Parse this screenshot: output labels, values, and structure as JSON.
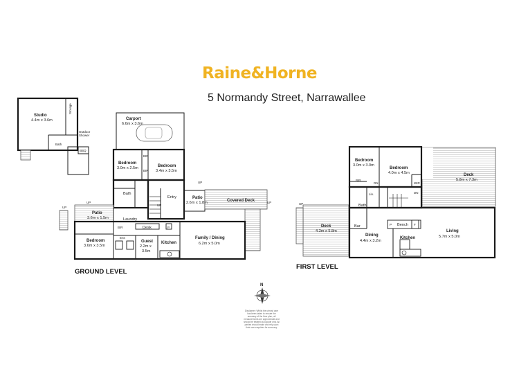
{
  "brand": {
    "logo_text": "Raine&Horne",
    "logo_color": "#f0b322"
  },
  "address": "5 Normandy Street, Narrawallee",
  "ground_level": {
    "label": "GROUND LEVEL",
    "rooms": {
      "studio": {
        "name": "Studio",
        "dims": "4.4m x 3.6m"
      },
      "storage": {
        "name": "Storage"
      },
      "outdoor_shower": {
        "name": "Outdoor\nShower"
      },
      "studio_bath": {
        "name": "Bath"
      },
      "bbq": {
        "name": "BBQ"
      },
      "carport": {
        "name": "Carport",
        "dims": "6.6m x 3.6m"
      },
      "bedroom1": {
        "name": "Bedroom",
        "dims": "3.0m x 2.5m"
      },
      "bedroom2": {
        "name": "Bedroom",
        "dims": "3.4m x 3.5m"
      },
      "bir1": {
        "name": "BIR"
      },
      "bir2": {
        "name": "BIR"
      },
      "bath": {
        "name": "Bath"
      },
      "entry": {
        "name": "Entry"
      },
      "patio_front": {
        "name": "Patio",
        "dims": "2.6m x 1.8m"
      },
      "covered_deck": {
        "name": "Covered Deck"
      },
      "patio_side": {
        "name": "Patio",
        "dims": "3.6m x 1.5m"
      },
      "laundry": {
        "name": "Laundry"
      },
      "desk": {
        "name": "Desk"
      },
      "pantry": {
        "name": "P"
      },
      "bir3": {
        "name": "BIR"
      },
      "bedroom3": {
        "name": "Bedroom",
        "dims": "3.6m x 3.5m"
      },
      "ens": {
        "name": "Ens"
      },
      "guest": {
        "name": "Guest",
        "dims": "2.2m x\n3.5m"
      },
      "kitchen": {
        "name": "Kitchen"
      },
      "family_dining": {
        "name": "Family / Dining",
        "dims": "6.2m x 5.0m"
      }
    },
    "markers": {
      "up1": "UP",
      "up2": "UP",
      "up3": "UP",
      "up4": "UP",
      "up5": "UP"
    }
  },
  "first_level": {
    "label": "FIRST LEVEL",
    "rooms": {
      "bedroom1": {
        "name": "Bedroom",
        "dims": "3.0m x 3.0m"
      },
      "bedroom2": {
        "name": "Bedroom",
        "dims": "4.0m x 4.5m"
      },
      "bir1": {
        "name": "BIR"
      },
      "wir": {
        "name": "WIR"
      },
      "deck_right": {
        "name": "Deck",
        "dims": "5.8m x 7.3m"
      },
      "lin": {
        "name": "Lin."
      },
      "bath": {
        "name": "Bath"
      },
      "bar": {
        "name": "Bar"
      },
      "deck_left": {
        "name": "Deck",
        "dims": "4.3m x 5.8m"
      },
      "dining": {
        "name": "Dining",
        "dims": "4.4m x 3.2m"
      },
      "kitchen": {
        "name": "Kitchen"
      },
      "bench": {
        "name": "Bench"
      },
      "p1": {
        "name": "P"
      },
      "f1": {
        "name": "F"
      },
      "living": {
        "name": "Living",
        "dims": "5.7m x 5.0m"
      }
    },
    "markers": {
      "dn1": "DN",
      "dn2": "DN",
      "up1": "UP"
    }
  },
  "compass": {
    "north": "N"
  },
  "disclaimer": "Disclaimer: Whilst the utmost care has been taken to ensure the accuracy of the floor plan, all measurements are approximate and should be treated as a guide only. All parties should make and rely upon their own enquiries for accuracy."
}
